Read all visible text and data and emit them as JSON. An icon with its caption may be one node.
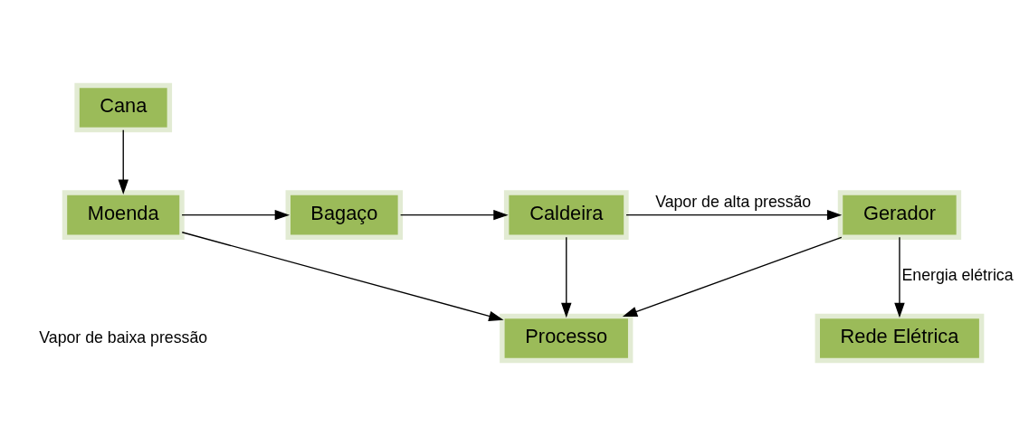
{
  "diagram": {
    "nodes": [
      {
        "text": [
          "Cana"
        ]
      },
      {
        "text": [
          "Moenda"
        ]
      },
      {
        "text": [
          "Bagaço"
        ]
      },
      {
        "text": [
          "Caldeira"
        ]
      },
      {
        "text": [
          "Gerador"
        ]
      },
      {
        "text": [
          "Rede Elétrica"
        ]
      },
      {
        "text": [
          "Processo"
        ]
      }
    ],
    "edges": [
      {
        "from": 0,
        "to": 1,
        "arrow": "to"
      },
      {
        "from": 1,
        "to": 2,
        "arrow": "to"
      },
      {
        "from": 2,
        "to": 3,
        "arrow": "to"
      },
      {
        "from": 3,
        "to": 4,
        "arrow": "to",
        "label": "Vapor de alta pressão"
      },
      {
        "from": 4,
        "to": 5,
        "arrow": "to",
        "label": "Energia elétrica"
      },
      {
        "from": 1,
        "to": 6,
        "arrow": "to"
      },
      {
        "from": 3,
        "to": 6,
        "arrow": "to"
      },
      {
        "from": 4,
        "to": 6,
        "arrow": "to"
      }
    ],
    "labels": [
      "Vapor de baixa pressão"
    ]
  }
}
